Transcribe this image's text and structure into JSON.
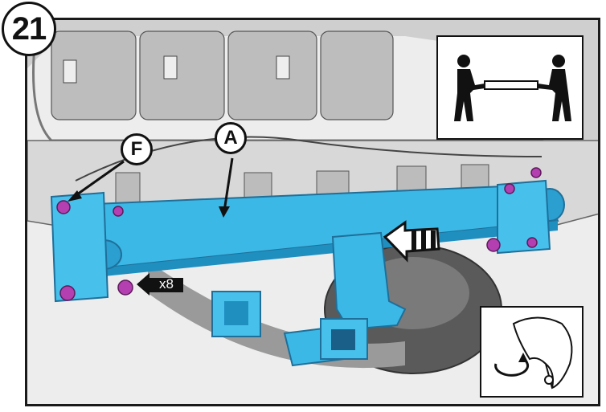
{
  "step": {
    "number": "21"
  },
  "callouts": {
    "f": {
      "letter": "F"
    },
    "a": {
      "letter": "A"
    }
  },
  "fastener": {
    "quantity": "x8"
  },
  "colors": {
    "tow_bar": "#3cb8e6",
    "tow_bar_dark": "#1f8fc0",
    "bolts": "#b33fb0",
    "frame": "#1a1a1a",
    "vehicle_gray": "#d2d2d2"
  },
  "icons": {
    "two_person_lift": "two-person-lift-icon",
    "hand_tighten": "hand-tighten-icon",
    "direction_arrow": "install-direction-arrow-icon"
  }
}
